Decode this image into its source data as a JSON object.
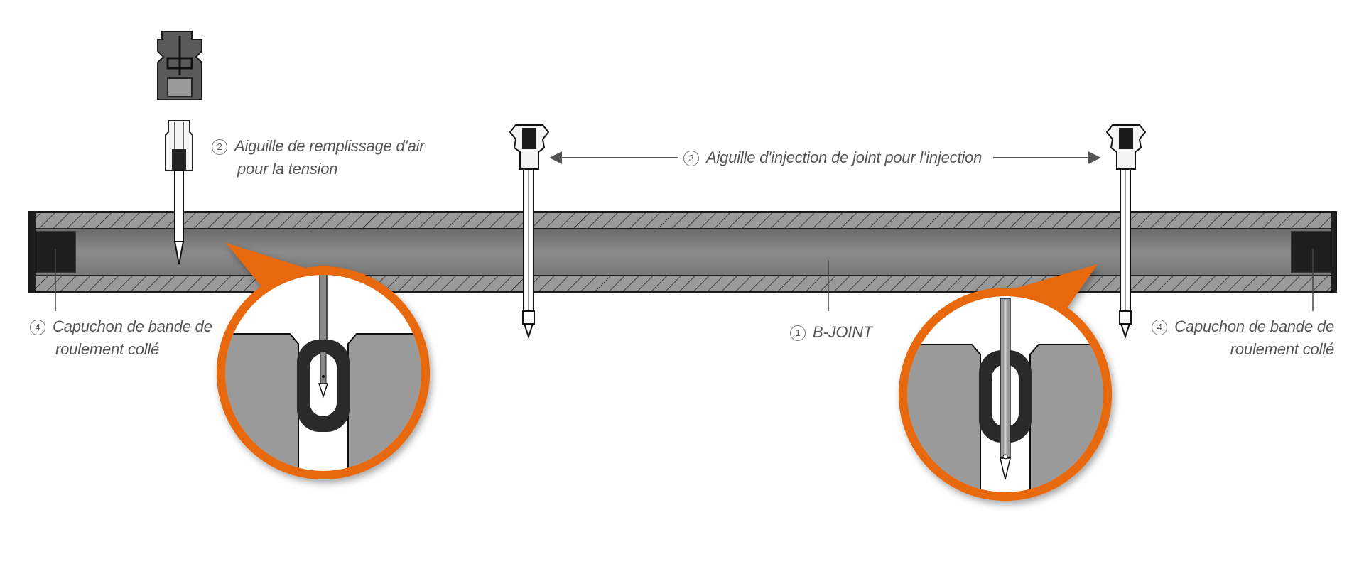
{
  "colors": {
    "accent": "#E8680E",
    "tube": "#808080",
    "wall": "#8a8a8a",
    "cap": "#1e1e1e",
    "text": "#555555"
  },
  "labels": {
    "air_needle": {
      "num": "2",
      "line1": "Aiguille de remplissage d'air",
      "line2": "pour la tension"
    },
    "injection_needle": {
      "num": "3",
      "text": "Aiguille d'injection de joint pour l'injection"
    },
    "b_joint": {
      "num": "1",
      "text": "B-JOINT"
    },
    "cap_left": {
      "num": "4",
      "line1": "Capuchon de bande de",
      "line2": "roulement collé"
    },
    "cap_right": {
      "num": "4",
      "line1": "Capuchon de bande de",
      "line2": "roulement collé"
    }
  }
}
